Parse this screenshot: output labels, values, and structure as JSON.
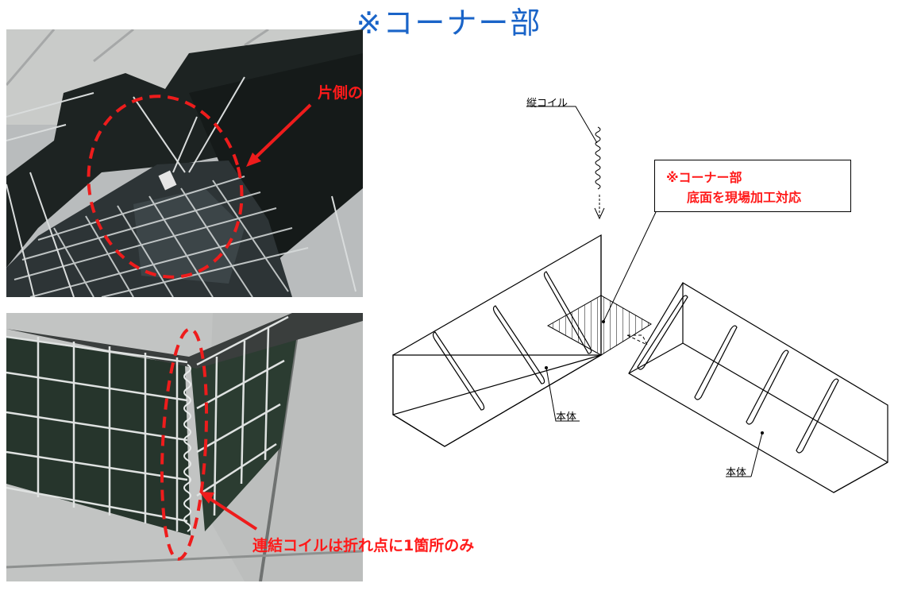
{
  "title": "※コーナー部",
  "photos": {
    "top_callout": "片側の",
    "bottom_callout": "連結コイルは折れ点に1箇所のみ"
  },
  "diagram": {
    "coil_label": "縦コイル",
    "note_line1": "※コーナー部",
    "note_line2": "底面を現場加工対応",
    "body_label_1": "本体",
    "body_label_2": "本体"
  },
  "colors": {
    "title": "#1a64c8",
    "annotation_red": "#ff1a1a"
  }
}
